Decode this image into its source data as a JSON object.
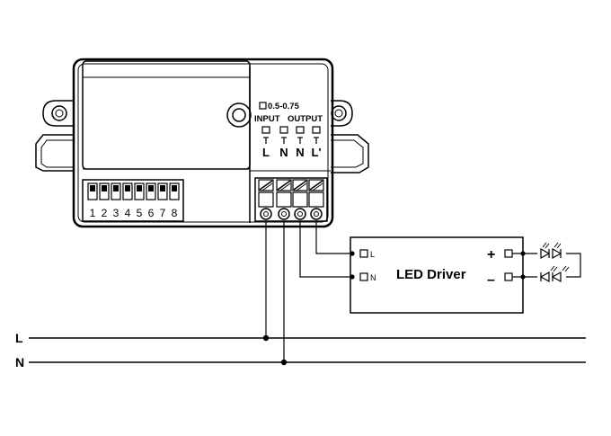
{
  "device": {
    "wire_gauge_label": "0.5-0.75",
    "input_label": "INPUT",
    "output_label": "OUTPUT",
    "terminals": [
      "L",
      "N",
      "N",
      "L'"
    ],
    "dip_numbers": [
      "1",
      "2",
      "3",
      "4",
      "5",
      "6",
      "7",
      "8"
    ]
  },
  "driver": {
    "title": "LED Driver",
    "input_terminals": [
      "L",
      "N"
    ],
    "output_plus": "+",
    "output_minus": "–"
  },
  "mains": {
    "line_label": "L",
    "neutral_label": "N"
  },
  "colors": {
    "line": "#000000",
    "background": "#ffffff"
  }
}
